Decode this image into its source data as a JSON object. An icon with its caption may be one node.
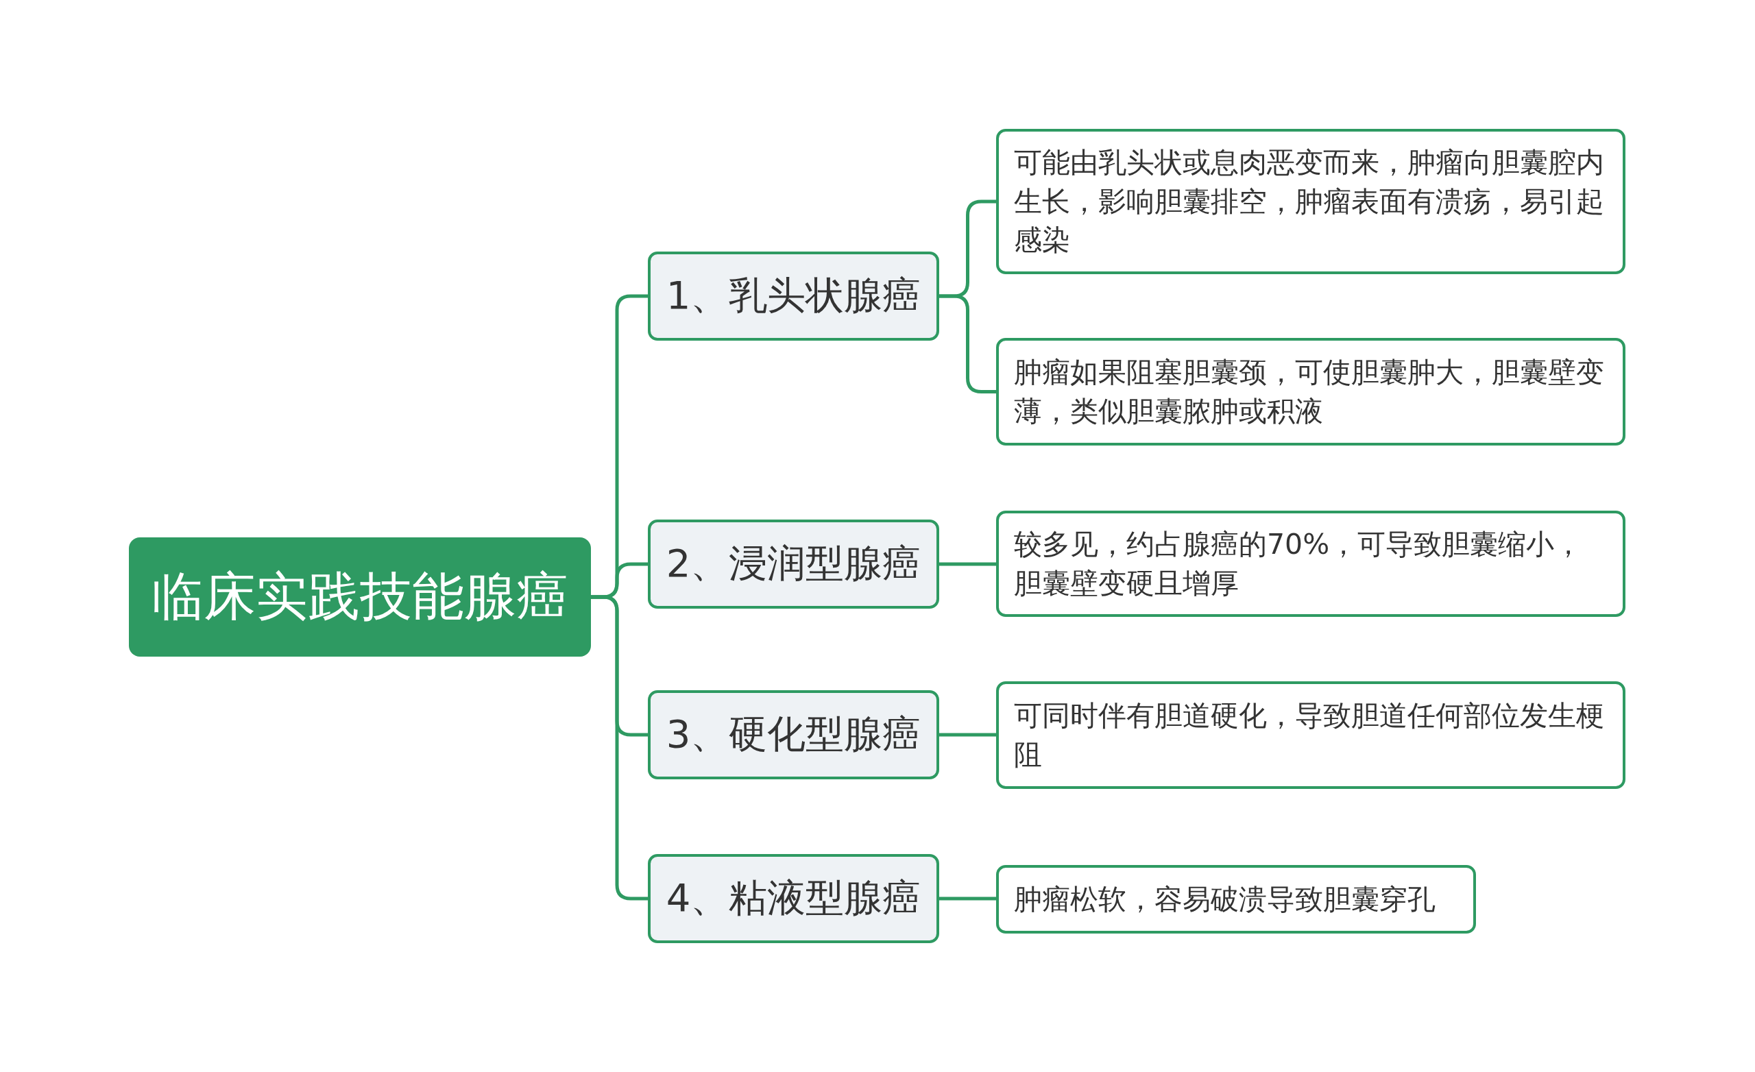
{
  "diagram": {
    "nodes": [
      {
        "text": [
          "临床实践技能腺癌"
        ]
      },
      {
        "text": [
          "1、乳头状腺癌"
        ]
      },
      {
        "text": [
          "可能由乳头状或息肉恶变而来，肿瘤向胆囊腔内生长，影响胆囊排空，肿瘤表面有溃疡，易引起感染"
        ]
      },
      {
        "text": [
          "肿瘤如果阻塞胆囊颈，可使胆囊肿大，胆囊壁变薄，类似胆囊脓肿或积液"
        ]
      },
      {
        "text": [
          "2、浸润型腺癌"
        ]
      },
      {
        "text": [
          "较多见，约占腺癌的70%，可导致胆囊缩小，胆囊壁变硬且增厚"
        ]
      },
      {
        "text": [
          "3、硬化型腺癌"
        ]
      },
      {
        "text": [
          "可同时伴有胆道硬化，导致胆道任何部位发生梗阻"
        ]
      },
      {
        "text": [
          "4、粘液型腺癌"
        ]
      },
      {
        "text": [
          "肿瘤松软，容易破溃导致胆囊穿孔"
        ]
      }
    ],
    "edges": [
      {
        "from": 0,
        "to": 1,
        "arrow": "none"
      },
      {
        "from": 0,
        "to": 4,
        "arrow": "none"
      },
      {
        "from": 0,
        "to": 6,
        "arrow": "none"
      },
      {
        "from": 0,
        "to": 8,
        "arrow": "none"
      },
      {
        "from": 1,
        "to": 2,
        "arrow": "none"
      },
      {
        "from": 1,
        "to": 3,
        "arrow": "none"
      },
      {
        "from": 4,
        "to": 5,
        "arrow": "none"
      },
      {
        "from": 6,
        "to": 7,
        "arrow": "none"
      },
      {
        "from": 8,
        "to": 9,
        "arrow": "none"
      }
    ]
  }
}
